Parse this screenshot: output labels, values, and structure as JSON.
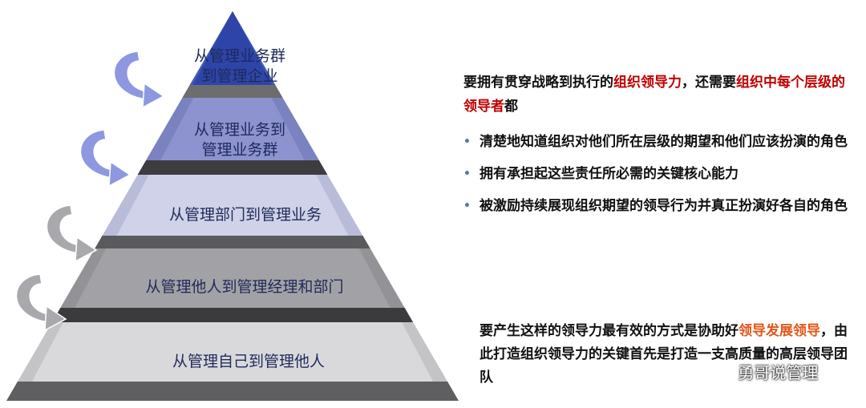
{
  "pyramid": {
    "tiers": [
      {
        "lines": [
          "从管理业务群",
          "到管理企业"
        ]
      },
      {
        "lines": [
          "从管理业务到",
          "管理业务群"
        ]
      },
      {
        "lines": [
          "从管理部门到管理业务"
        ]
      },
      {
        "lines": [
          "从管理他人到管理经理和部门"
        ]
      },
      {
        "lines": [
          "从管理自己到管理他人"
        ]
      }
    ]
  },
  "panel": {
    "intro": {
      "part1": "要拥有贯穿战略到执行的",
      "highlight1": "组织领导力",
      "part2": "，还需要",
      "highlight2": "组织中每个层级的领导者",
      "part3": "都"
    },
    "bullets": [
      "清楚地知道组织对他们所在层级的期望和他们应该扮演的角色",
      "拥有承担起这些责任所必需的关键核心能力",
      "被激励持续展现组织期望的领导行为并真正扮演好各自的角色"
    ],
    "bullet_glyph": "•"
  },
  "conclusion": {
    "part1": "要产生这样的领导力最有效的方式是协助好",
    "highlight": "领导发展领导",
    "part2": "，由此打造组织领导力的关键首先是打造一支高质量的高层领导团队"
  },
  "watermark": {
    "text": "勇哥说管理",
    "icon": "wechat-icon"
  },
  "colors": {
    "tier_front": [
      "#2e44a8",
      "#8c93cf",
      "#cfd2e8",
      "#a2a2a6",
      "#d9d9dc"
    ],
    "tier_side": [
      "#4158b5",
      "#7a82bf",
      "#b9bcd8",
      "#939397",
      "#c4c4c7"
    ],
    "tier_shadow": [
      "#6d6d70",
      "#3d3d40",
      "#5a5a5d",
      "#3b3b3e",
      "#5f5f62"
    ],
    "arrow_blue": "#8d98e0",
    "arrow_gray": "#a9a9ad",
    "accent_red": "#c00000",
    "accent_orange": "#e2561a",
    "bullet": "#5b6fc4"
  }
}
